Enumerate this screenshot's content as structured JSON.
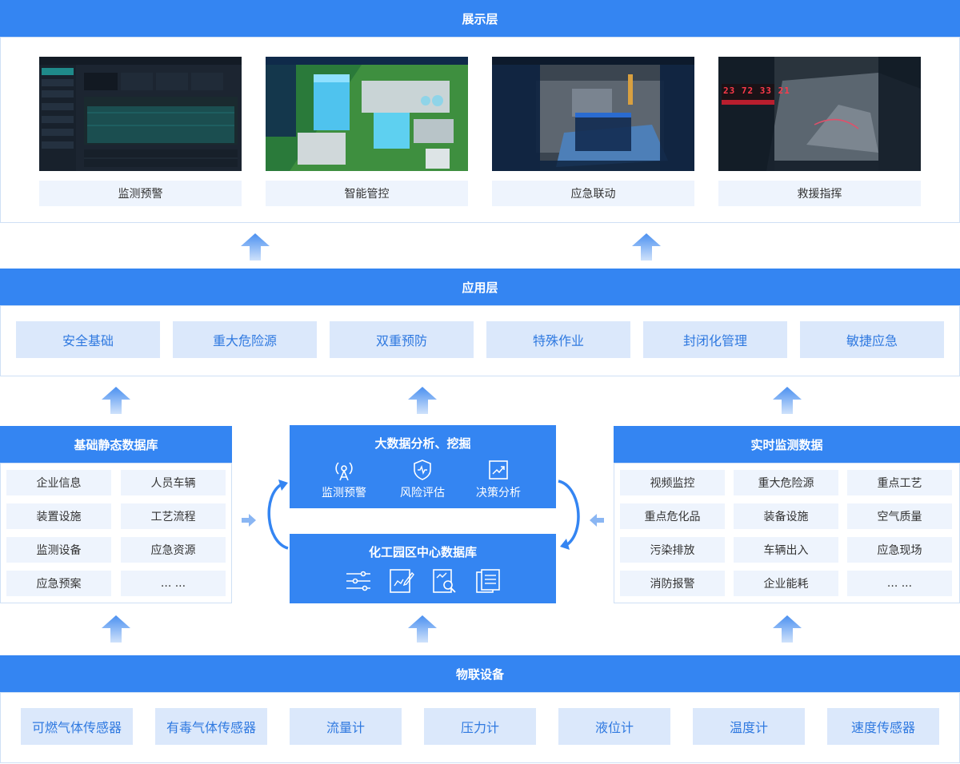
{
  "display_layer": {
    "title": "展示层",
    "cards": [
      {
        "label": "监测预警"
      },
      {
        "label": "智能管控"
      },
      {
        "label": "应急联动"
      },
      {
        "label": "救援指挥"
      }
    ],
    "counter": {
      "a": "23",
      "b": "72",
      "c": "33",
      "d": "21"
    }
  },
  "application_layer": {
    "title": "应用层",
    "items": [
      "安全基础",
      "重大危险源",
      "双重预防",
      "特殊作业",
      "封闭化管理",
      "敏捷应急"
    ]
  },
  "static_db": {
    "title": "基础静态数据库",
    "items": [
      "企业信息",
      "人员车辆",
      "装置设施",
      "工艺流程",
      "监测设备",
      "应急资源",
      "应急预案",
      "... ..."
    ]
  },
  "big_data": {
    "title": "大数据分析、挖掘",
    "items": [
      {
        "label": "监测预警",
        "icon": "radar-tower-icon"
      },
      {
        "label": "风险评估",
        "icon": "shield-pulse-icon"
      },
      {
        "label": "决策分析",
        "icon": "trend-chart-icon"
      }
    ]
  },
  "central_db": {
    "title": "化工园区中心数据库",
    "icons": [
      "sliders-icon",
      "document-edit-icon",
      "analysis-search-icon",
      "document-list-icon"
    ]
  },
  "realtime_data": {
    "title": "实时监测数据",
    "items": [
      "视频监控",
      "重大危险源",
      "重点工艺",
      "重点危化品",
      "装备设施",
      "空气质量",
      "污染排放",
      "车辆出入",
      "应急现场",
      "消防报警",
      "企业能耗",
      "... ..."
    ]
  },
  "iot_devices": {
    "title": "物联设备",
    "items": [
      "可燃气体传感器",
      "有毒气体传感器",
      "流量计",
      "压力计",
      "液位计",
      "温度计",
      "速度传感器"
    ]
  },
  "colors": {
    "primary": "#3485f2",
    "chip_bg": "#dbe8fb",
    "cell_bg": "#eef4fd",
    "border": "#cfe0f5",
    "arrow": "#5b9cf5"
  }
}
